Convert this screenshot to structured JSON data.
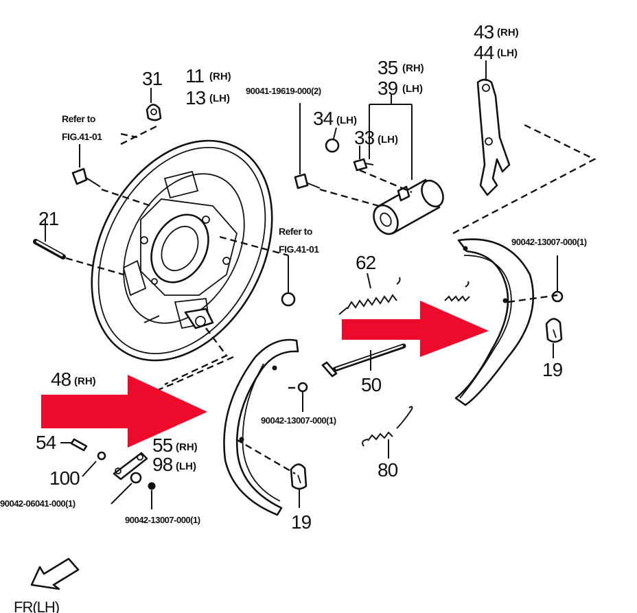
{
  "colors": {
    "arrow": "#ee0a2a",
    "ink": "#111111",
    "background": "#ffffff"
  },
  "labels": {
    "p31": "31",
    "p11": "11",
    "p11_sfx": "(RH)",
    "p13": "13",
    "p13_sfx": "(LH)",
    "refer_top_1": "Refer to",
    "refer_top_2": "FIG.41-01",
    "p21": "21",
    "bolt_top": "90041-19619-000(2)",
    "p35": "35",
    "p35_sfx": "(RH)",
    "p39": "39",
    "p39_sfx": "(LH)",
    "p34": "34",
    "p34_sfx": "(LH)",
    "p33": "33",
    "p33_sfx": "(LH)",
    "p43": "43",
    "p43_sfx": "(RH)",
    "p44": "44",
    "p44_sfx": "(LH)",
    "refer_mid_1": "Refer to",
    "refer_mid_2": "FIG.41-01",
    "p62": "62",
    "bolt_right": "90042-13007-000(1)",
    "p19_right": "19",
    "p50": "50",
    "p48": "48",
    "p48_sfx": "(RH)",
    "p54": "54",
    "p55": "55",
    "p55_sfx": "(RH)",
    "p98": "98",
    "p98_sfx": "(LH)",
    "p100": "100",
    "bolt_center": "90042-13007-000(1)",
    "p80": "80",
    "bolt_left": "90042-06041-000(1)",
    "bolt_bottom": "90042-13007-000(1)",
    "p19_bottom": "19",
    "fr": "FR(LH)"
  },
  "icons": {
    "front_arrow": "front-direction-arrow-icon",
    "callout_arrows": "red-callout-arrow-icon"
  }
}
